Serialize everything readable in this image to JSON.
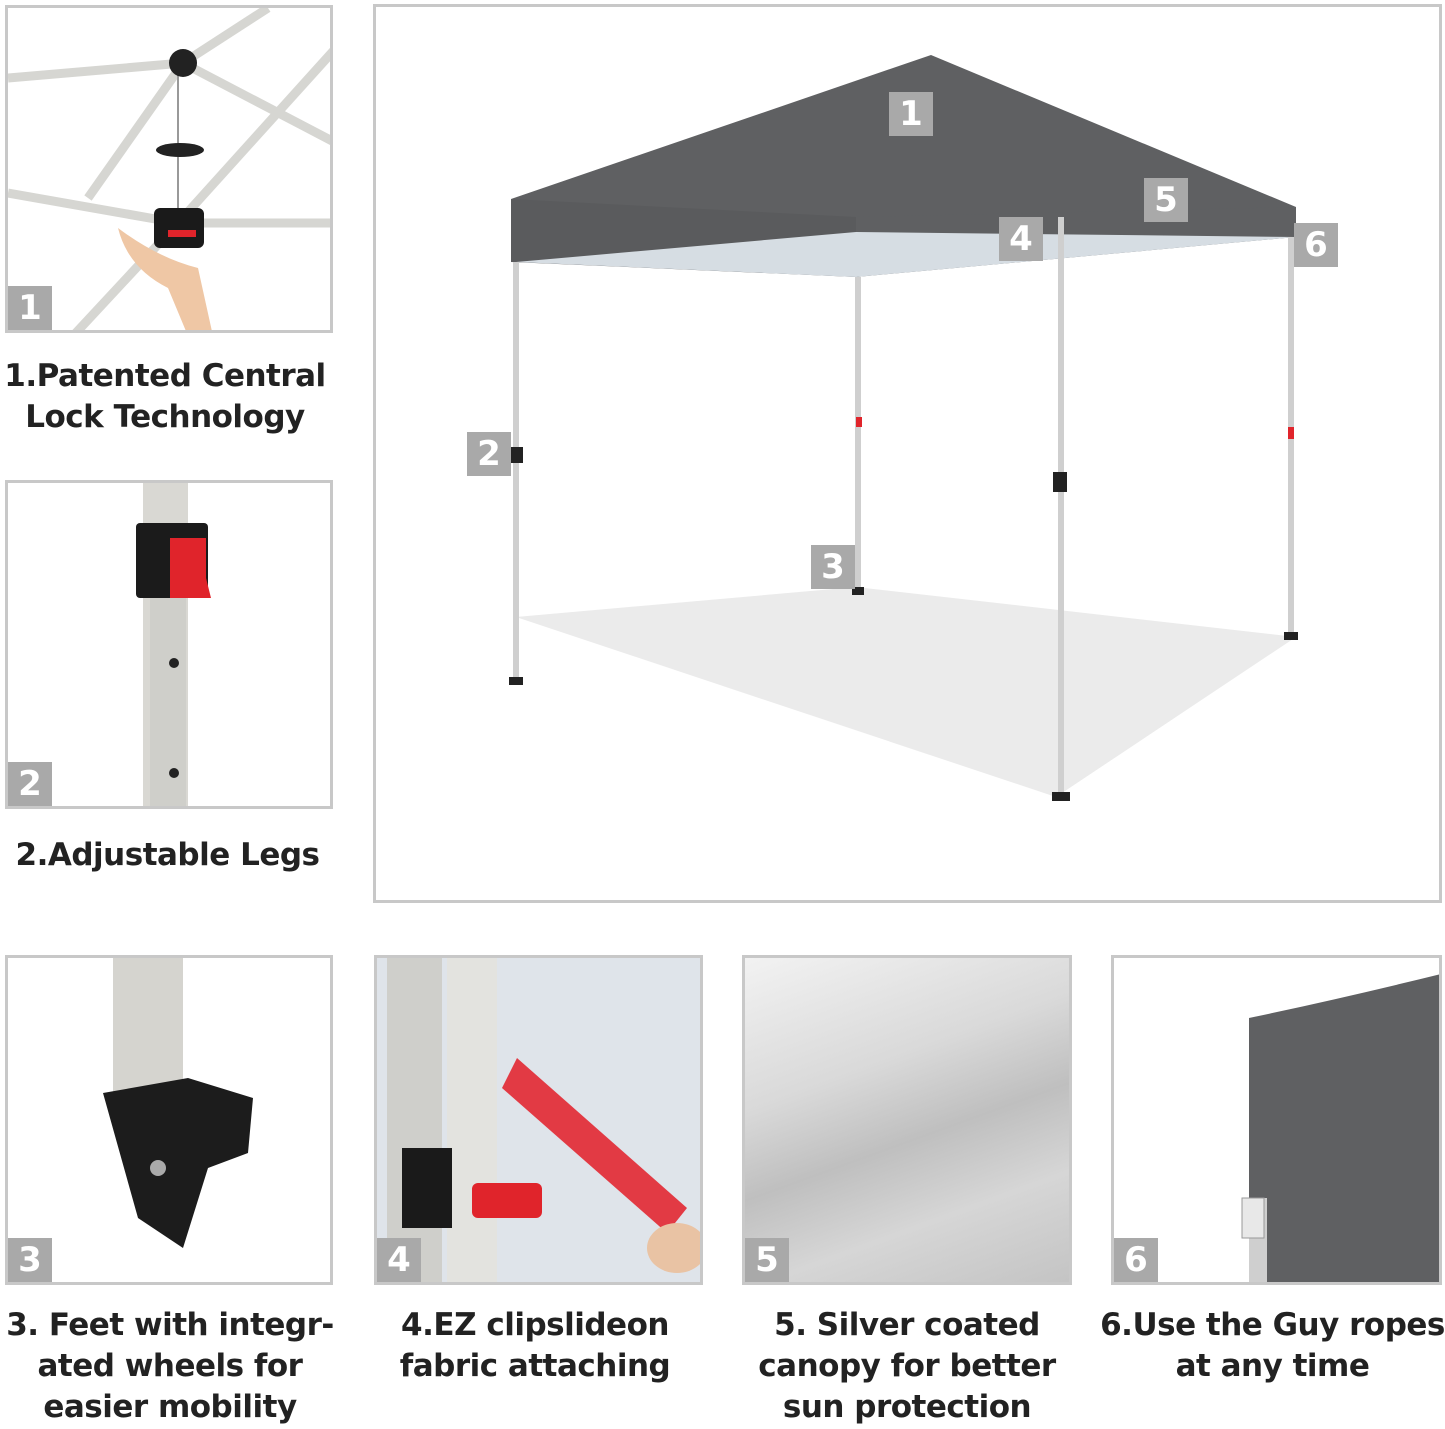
{
  "features": [
    {
      "number": "1",
      "caption": [
        "1.Patented Central",
        "Lock Technology"
      ]
    },
    {
      "number": "2",
      "caption": [
        "2.Adjustable Legs"
      ]
    },
    {
      "number": "3",
      "caption": [
        "3. Feet with integr-",
        "ated wheels for",
        "easier mobility"
      ]
    },
    {
      "number": "4",
      "caption": [
        "4.EZ clipslideon",
        "fabric attaching"
      ]
    },
    {
      "number": "5",
      "caption": [
        "5. Silver coated",
        "canopy for better",
        "sun protection"
      ]
    },
    {
      "number": "6",
      "caption": [
        "6.Use the Guy ropes",
        "at any time"
      ]
    }
  ],
  "main_badges": [
    "1",
    "2",
    "3",
    "4",
    "5",
    "6"
  ],
  "colors": {
    "canopy": "#5f6062",
    "frame": "#cfcfcf",
    "badge": "#a9a9a9",
    "lock": "#e0242b",
    "border": "#c8c8c8"
  }
}
